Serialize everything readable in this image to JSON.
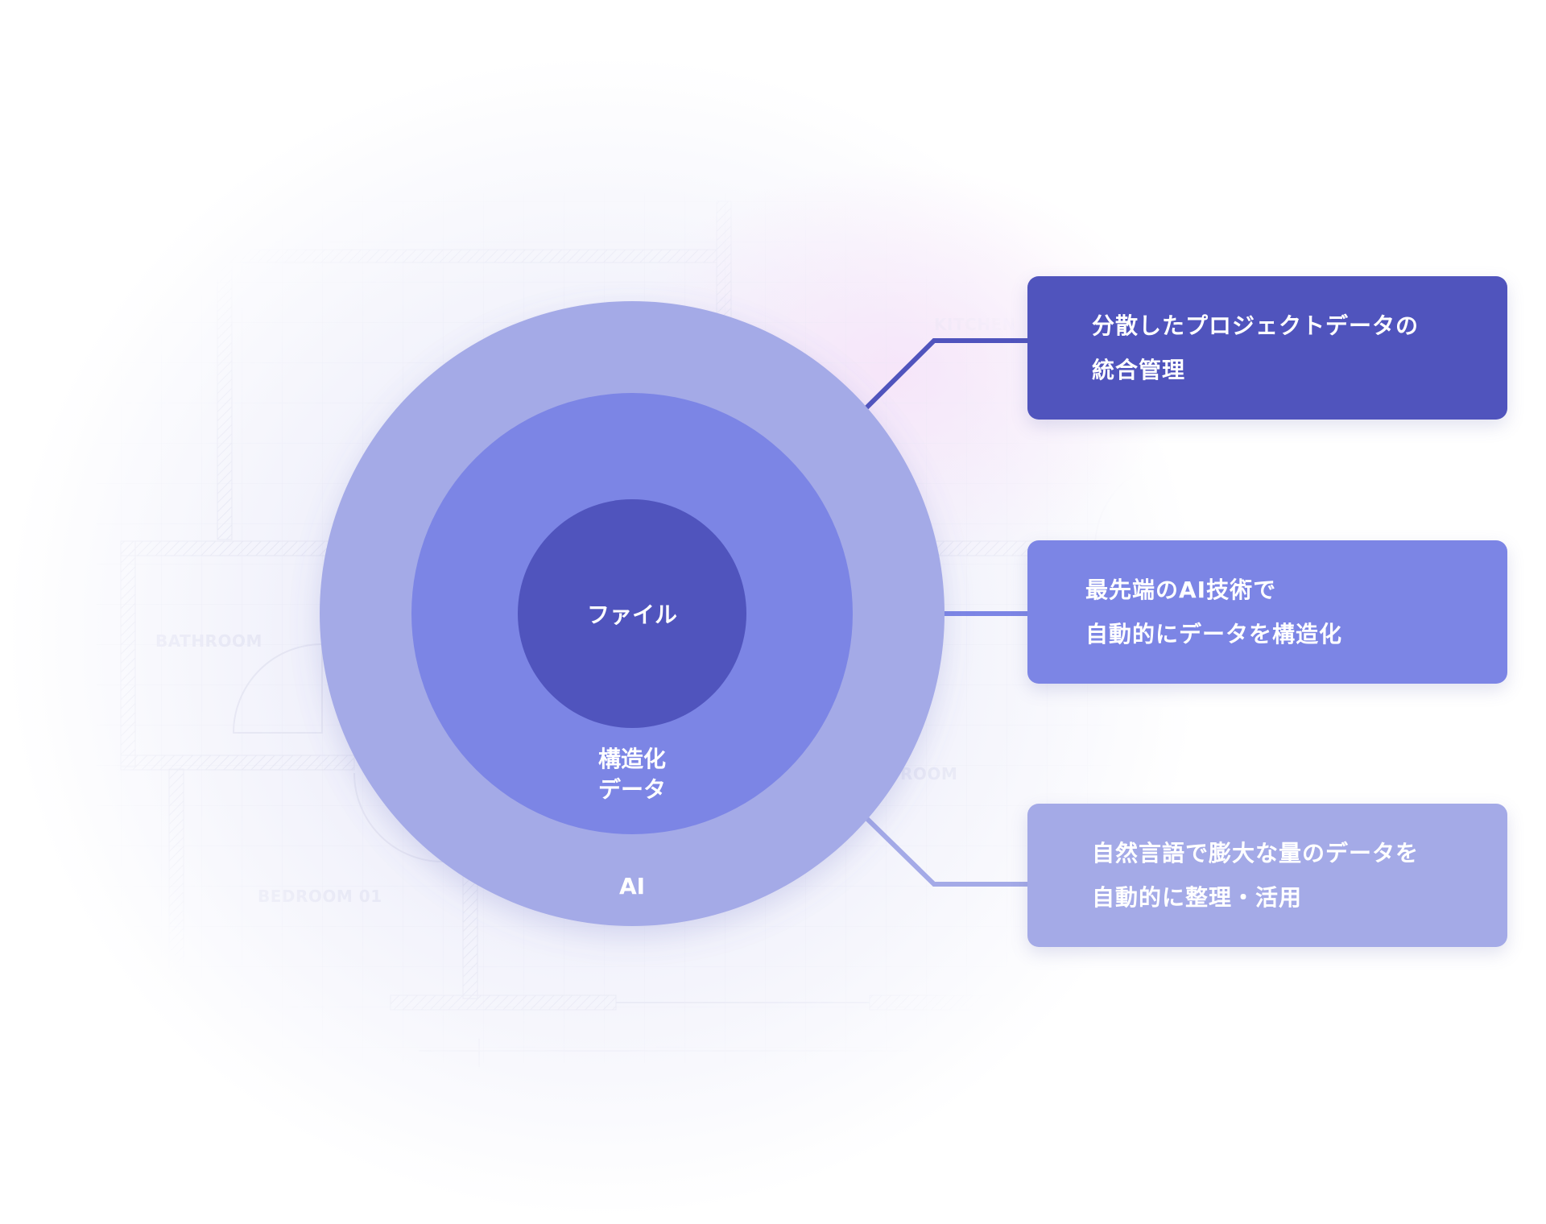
{
  "diagram": {
    "rings": {
      "outer_label": "AI",
      "middle_label_line1": "構造化",
      "middle_label_line2": "データ",
      "inner_label": "ファイル"
    },
    "cards": [
      {
        "line1": "分散したプロジェクトデータの",
        "line2": "統合管理"
      },
      {
        "line1": "最先端のAI技術で",
        "line2": "自動的にデータを構造化"
      },
      {
        "line1": "自然言語で膨大な量のデータを",
        "line2": "自動的に整理・活用"
      }
    ],
    "background_rooms": {
      "kitchen": "KITCHEN",
      "bathroom": "BATHROOM",
      "bedroom": "BEDROOM 01",
      "room_partial": "ROOM"
    }
  },
  "colors": {
    "outer_ring": "#a4aae7",
    "middle_ring": "#7c85e5",
    "inner_circle": "#5054bd",
    "card_1": "#5054bd",
    "card_2": "#7c85e5",
    "card_3": "#a4aae7"
  }
}
